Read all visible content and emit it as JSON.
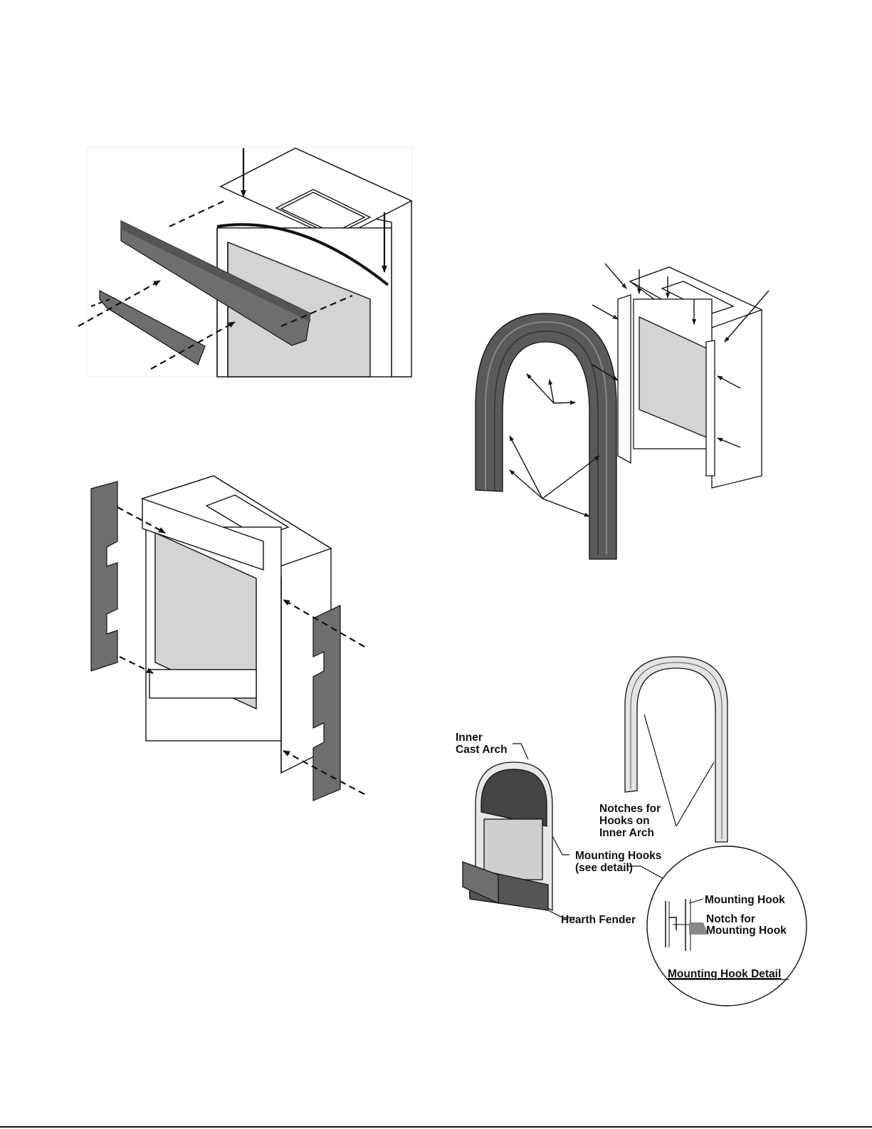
{
  "labels": {
    "inner_cast_arch_1": "Inner",
    "inner_cast_arch_2": "Cast Arch",
    "notches_1": "Notches for",
    "notches_2": "Hooks on",
    "notches_3": "Inner Arch",
    "mounting_hooks_1": "Mounting Hooks",
    "mounting_hooks_2": "(see detail)",
    "hearth_fender": "Hearth Fender",
    "mounting_hook": "Mounting Hook",
    "notch_1": "Notch for",
    "notch_2": "Mounting Hook",
    "detail_title": "Mounting Hook Detail"
  },
  "colors": {
    "panel": "#6e6e6e",
    "glass": "#d4d4d4",
    "arch": "#5a5a5a",
    "line": "#111111"
  }
}
